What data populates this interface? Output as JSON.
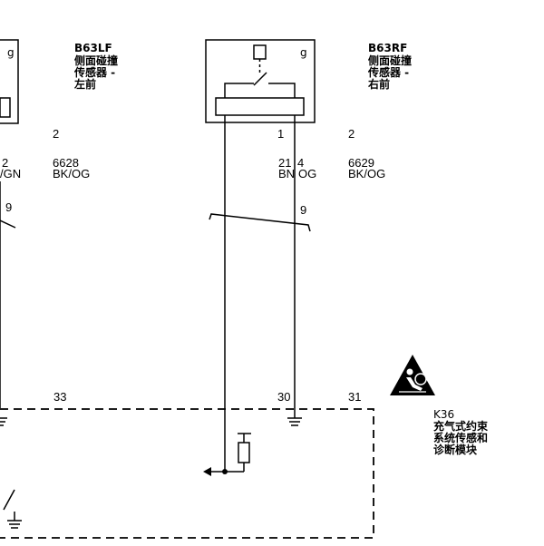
{
  "left_sensor": {
    "connector_letter": "g",
    "code": "B63LF",
    "name_lines": [
      "侧面碰撞",
      "传感器 -",
      "左前"
    ],
    "pin_a": "2",
    "pin_b": "2",
    "circuit": "6628",
    "wire_color": "BK/OG",
    "wire_color_cut": "/GN",
    "splice_pin": "9",
    "module_pin": "33"
  },
  "right_sensor": {
    "connector_letter": "g",
    "code": "B63RF",
    "name_lines": [
      "侧面碰撞",
      "传感器 -",
      "右前"
    ],
    "pin_1": "1",
    "pin_2": "2",
    "circuit_a": "21",
    "circuit_b": "4",
    "circuit_c": "6629",
    "wire_a": "BN",
    "wire_b": "OG",
    "wire_c": "BK/OG",
    "splice_pin": "9",
    "module_pin_a": "30",
    "module_pin_b": "31"
  },
  "module": {
    "code": "K36",
    "name_lines": [
      "充气式约束",
      "系统传感和",
      "诊断模块"
    ],
    "icon": "airbag-warning-icon"
  }
}
